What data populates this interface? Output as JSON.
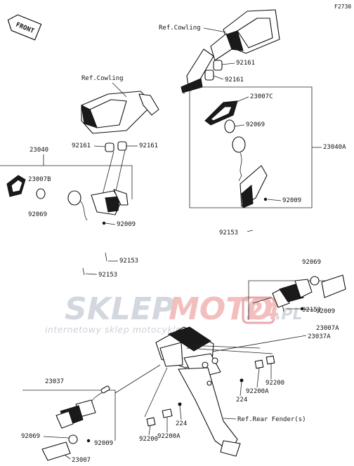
{
  "figure_code": "F2730",
  "front_badge": "FRONT",
  "watermark": {
    "brand_left": "SKLEP",
    "brand_right": "MOTO",
    "brand_badge": "24",
    "brand_suffix": ".PL",
    "tagline": "internetowy sklep motocyklowy",
    "colors": {
      "left": "#cfd4dc",
      "right": "#f2b8b8",
      "badge": "#e23b3b"
    }
  },
  "labels": {
    "ref_cowling_top": "Ref.Cowling",
    "ref_cowling_left": "Ref.Cowling",
    "ref_rear_fender": "Ref.Rear Fender(s)",
    "p92161_a": "92161",
    "p92161_b": "92161",
    "p92161_c": "92161",
    "p92161_d": "92161",
    "p23007C": "23007C",
    "p92069_c": "92069",
    "p23040A": "23040A",
    "p92009_right": "92009",
    "p92153_right_a": "92153",
    "p92153_right_b": "92153",
    "p23040": "23040",
    "p23007B": "23007B",
    "p92069_b": "92069",
    "p92009_left": "92009",
    "p92153_left_a": "92153",
    "p92153_left_b": "92153",
    "p23007A": "23007A",
    "p92069_a": "92069",
    "p92009_rear_right": "92009",
    "p23037A": "23037A",
    "p92200_a": "92200",
    "p92200A_a": "92200A",
    "p224_a": "224",
    "p23037": "23037",
    "p92069_d": "92069",
    "p92009_rear_left": "92009",
    "p23007": "23007",
    "p92200_b": "92200",
    "p92200A_b": "92200A",
    "p224_b": "224"
  }
}
